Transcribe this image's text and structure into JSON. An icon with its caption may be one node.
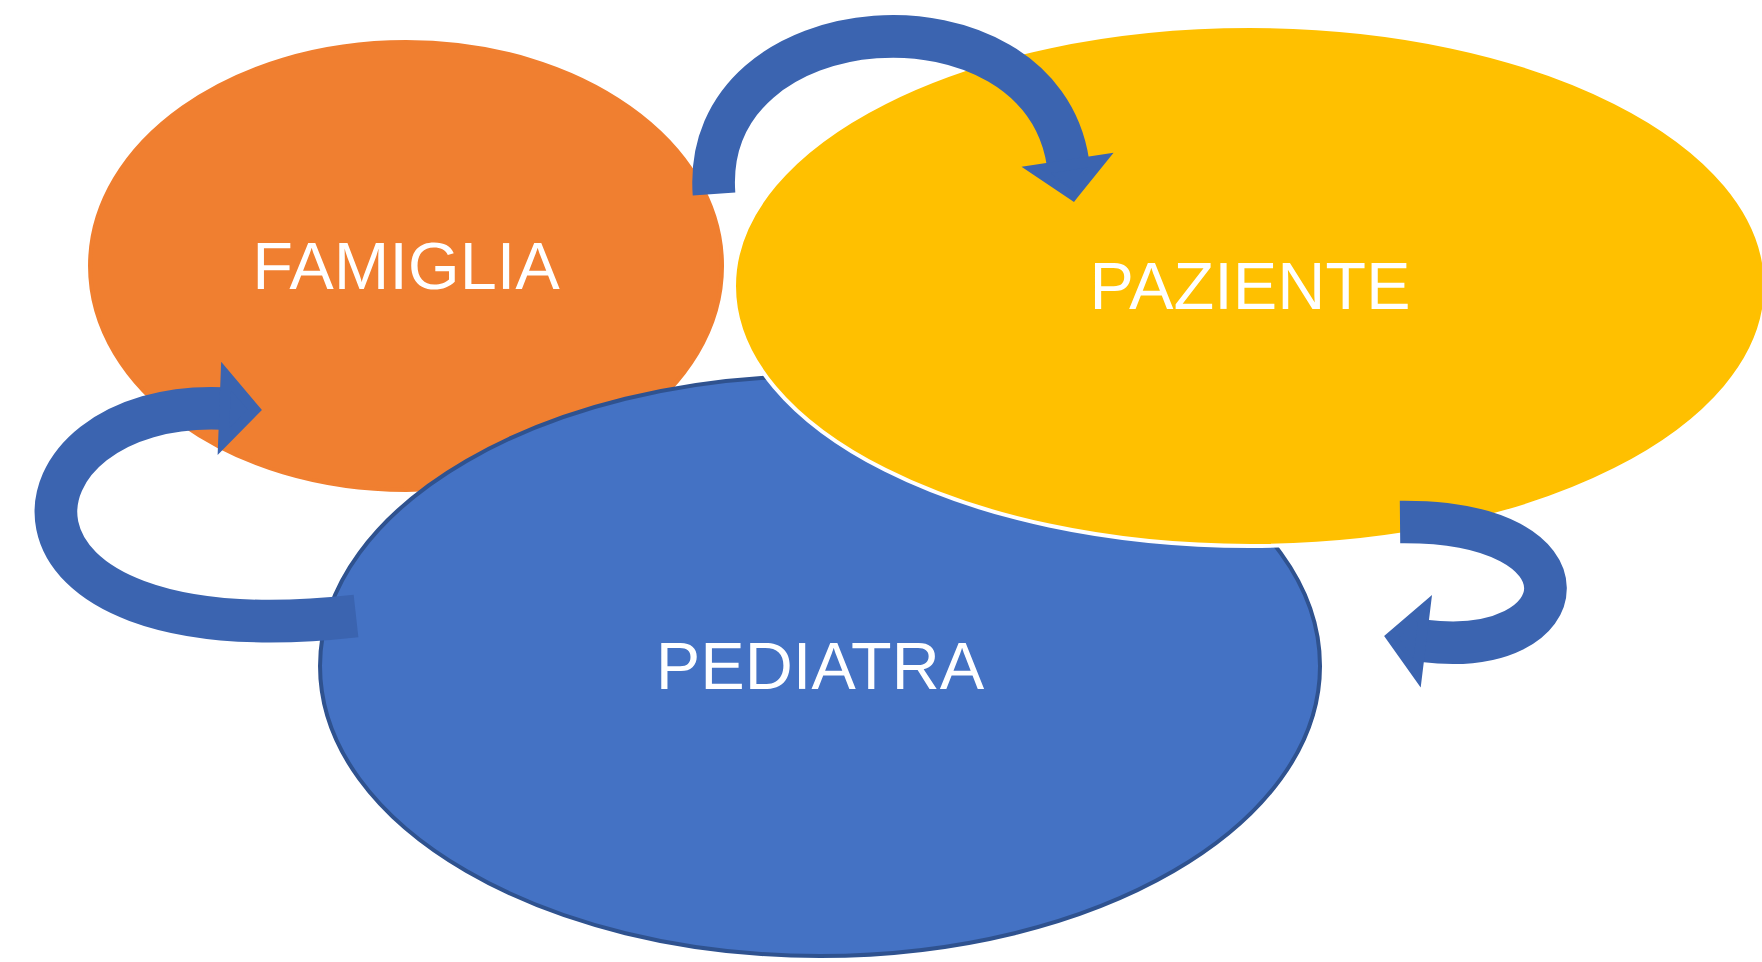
{
  "diagram": {
    "nodes": [
      {
        "text": [
          "FAMIGLIA"
        ]
      },
      {
        "text": [
          "PAZIENTE"
        ]
      },
      {
        "text": [
          "PEDIATRA"
        ]
      }
    ],
    "edges": [
      {
        "from": 0,
        "to": 1,
        "arrow": "to"
      },
      {
        "from": 1,
        "to": 2,
        "arrow": "to"
      },
      {
        "from": 2,
        "to": 0,
        "arrow": "to"
      }
    ]
  }
}
